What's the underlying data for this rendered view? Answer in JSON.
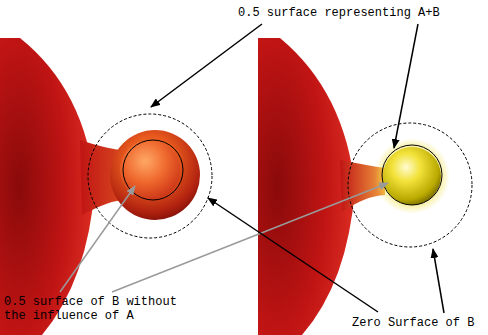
{
  "diagram": {
    "labels": [
      "0.5 surface representing A+B",
      "0.5 surface of B without the influence of A",
      "Zero Surface of B"
    ]
  }
}
